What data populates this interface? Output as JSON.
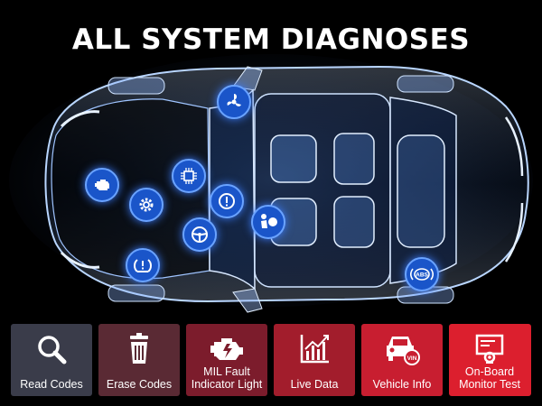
{
  "header": {
    "title": "ALL SYSTEM DIAGNOSES"
  },
  "badges": [
    {
      "name": "fan-icon"
    },
    {
      "name": "chip-icon"
    },
    {
      "name": "engine-icon"
    },
    {
      "name": "gear-icon"
    },
    {
      "name": "warning-icon"
    },
    {
      "name": "airbag-icon"
    },
    {
      "name": "steering-wheel-icon"
    },
    {
      "name": "tire-pressure-icon"
    },
    {
      "name": "abs-icon",
      "label": "ABS"
    }
  ],
  "functions": [
    {
      "label": "Read Codes",
      "icon": "magnifier-icon",
      "color": "#3a3c4a"
    },
    {
      "label": "Erase Codes",
      "icon": "trash-icon",
      "color": "#5a2a34"
    },
    {
      "label": "MIL Fault\nIndicator Light",
      "icon": "engine-warning-icon",
      "color": "#7c1c2c"
    },
    {
      "label": "Live Data",
      "icon": "chart-icon",
      "color": "#a21d2c"
    },
    {
      "label": "Vehicle Info",
      "icon": "car-vin-icon",
      "color": "#c81e30",
      "vin": "VIN"
    },
    {
      "label": "On-Board\nMonitor Test",
      "icon": "monitor-test-icon",
      "color": "#dc1f2e"
    }
  ]
}
